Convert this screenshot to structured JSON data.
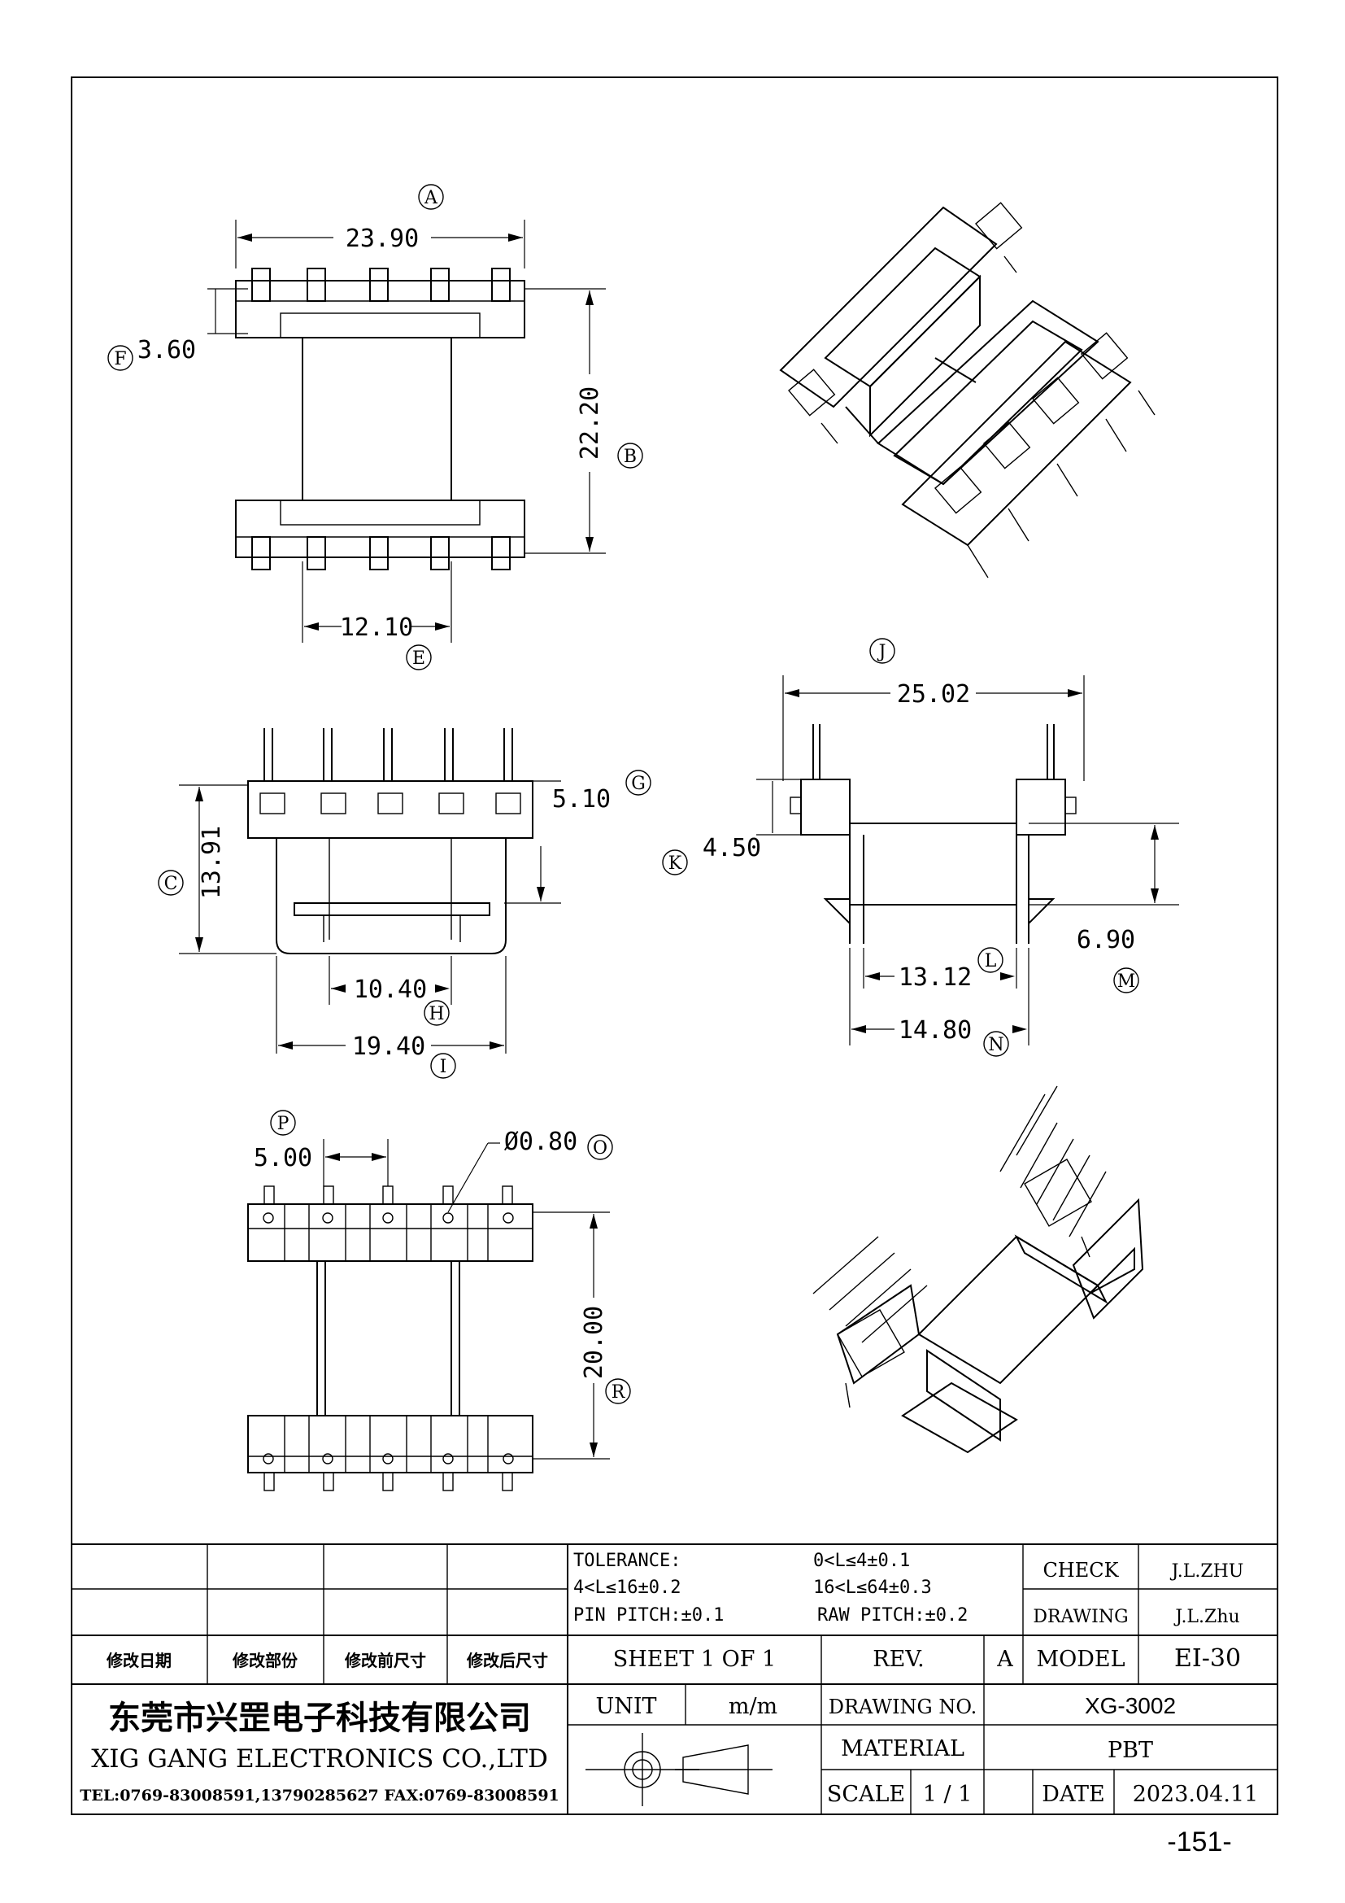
{
  "dimensions": {
    "A": {
      "label": "A",
      "value": "23.90"
    },
    "B": {
      "label": "B",
      "value": "22.20"
    },
    "E": {
      "label": "E",
      "value": "12.10"
    },
    "F": {
      "label": "F",
      "value": "3.60"
    },
    "G": {
      "label": "G",
      "value": "5.10"
    },
    "C": {
      "label": "C",
      "value": "13.91"
    },
    "H": {
      "label": "H",
      "value": "10.40"
    },
    "I": {
      "label": "I",
      "value": "19.40"
    },
    "J": {
      "label": "J",
      "value": "25.02"
    },
    "K": {
      "label": "K",
      "value": "4.50"
    },
    "L": {
      "label": "L",
      "value": "13.12"
    },
    "M": {
      "label": "M",
      "value": "6.90"
    },
    "N": {
      "label": "N",
      "value": "14.80"
    },
    "P": {
      "label": "P",
      "value": "5.00"
    },
    "O": {
      "label": "O",
      "value": "Ø0.80"
    },
    "R": {
      "label": "R",
      "value": "20.00"
    }
  },
  "title_block": {
    "tolerance_label": "TOLERANCE:",
    "tol_1": "0<L≤4±0.1",
    "tol_2": "4<L≤16±0.2",
    "tol_3": "16<L≤64±0.3",
    "pin_pitch": "PIN PITCH:±0.1",
    "raw_pitch": "RAW PITCH:±0.2",
    "check_label": "CHECK",
    "check_value": "J.L.ZHU",
    "drawing_label": "DRAWING",
    "drawing_value": "J.L.Zhu",
    "rev_date_hdr": "修改日期",
    "rev_part_hdr": "修改部份",
    "rev_before_hdr": "修改前尺寸",
    "rev_after_hdr": "修改后尺寸",
    "sheet": "SHEET 1 OF 1",
    "rev_label": "REV.",
    "rev_value": "A",
    "model_label": "MODEL",
    "model_value": "EI-30",
    "company_cn": "东莞市兴罡电子科技有限公司",
    "company_en": "XIG GANG ELECTRONICS CO.,LTD",
    "contact": "TEL:0769-83008591,13790285627  FAX:0769-83008591",
    "unit_label": "UNIT",
    "unit_value": "m/m",
    "drawing_no_label": "DRAWING  NO.",
    "drawing_no_value": "XG-3002",
    "material_label": "MATERIAL",
    "material_value": "PBT",
    "scale_label": "SCALE",
    "scale_value": "1  /  1",
    "date_label": "DATE",
    "date_value": "2023.04.11"
  },
  "page_number": "-151-"
}
